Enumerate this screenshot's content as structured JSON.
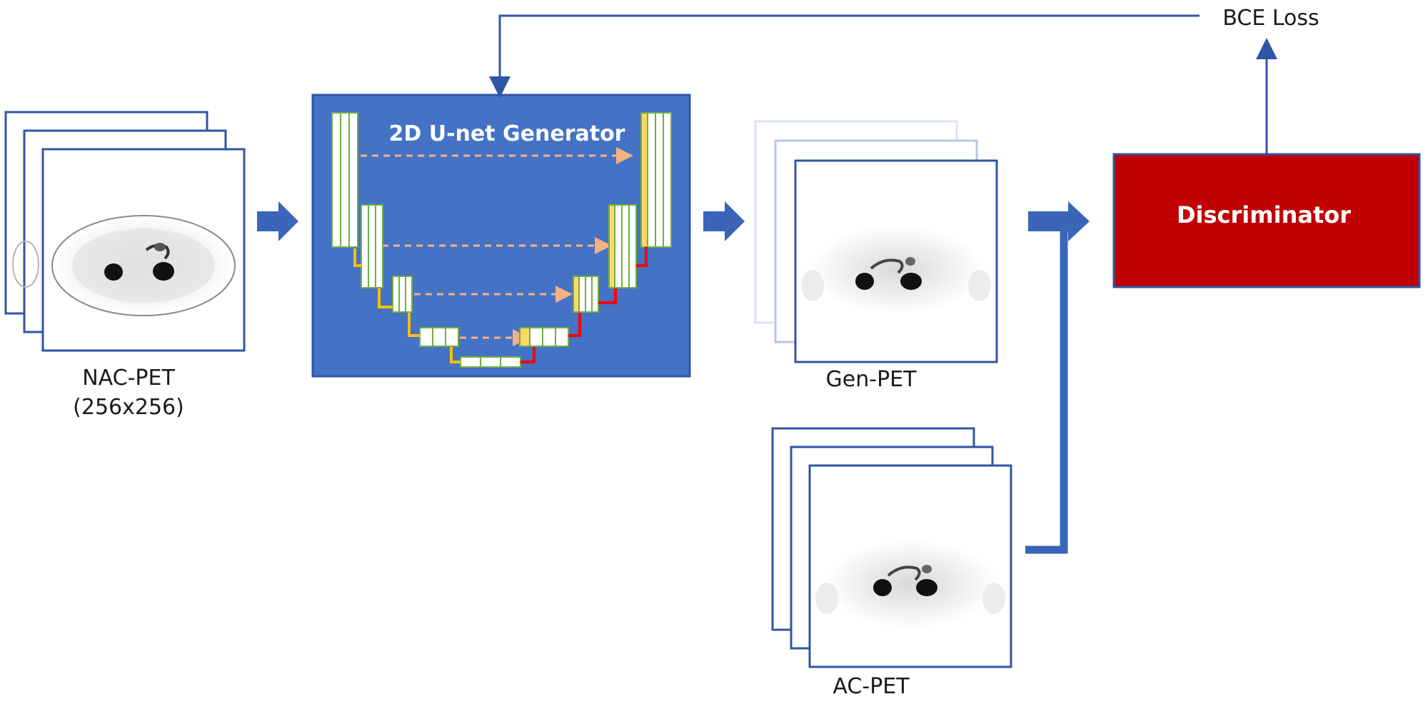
{
  "inputs": {
    "nac_label_line1": "NAC-PET",
    "nac_label_line2": "(256x256)"
  },
  "generator": {
    "title": "2D U-net Generator"
  },
  "outputs": {
    "gen_label": "Gen-PET",
    "ac_label": "AC-PET"
  },
  "discriminator": {
    "title": "Discriminator"
  },
  "loss": {
    "label": "BCE Loss"
  },
  "colors": {
    "generator_fill": "#4472c4",
    "discriminator_fill": "#c00000",
    "arrow_fill": "#3a65b8",
    "frame_stroke": "#2f55a4",
    "block_green": "#70ad47",
    "block_yellow": "#ffd966",
    "skip_orange": "#f4b183",
    "up_red": "#ff0000"
  }
}
